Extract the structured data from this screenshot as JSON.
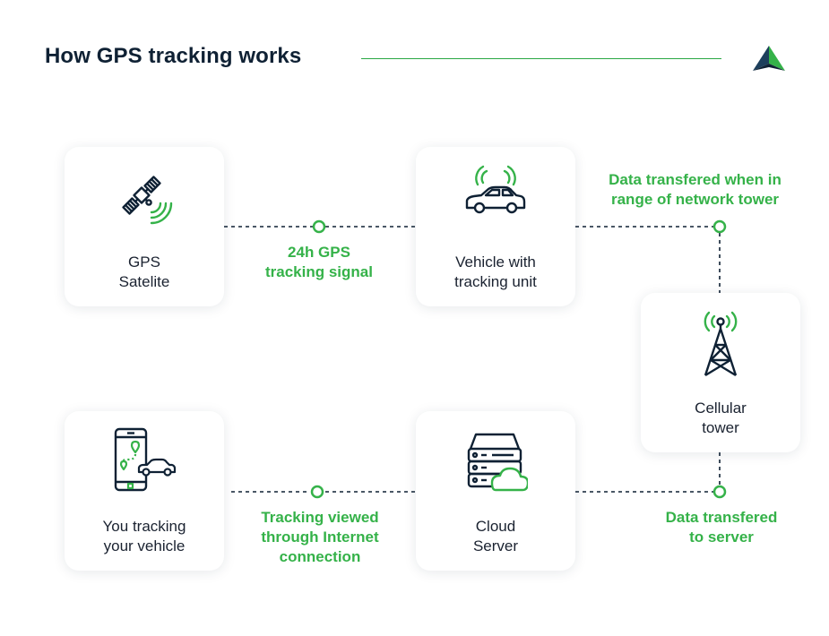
{
  "header": {
    "title": "How GPS tracking works"
  },
  "colors": {
    "accent_green": "#35b249",
    "dark_navy": "#0f2134",
    "card_background": "#ffffff"
  },
  "nodes": [
    {
      "id": "gps-satelite",
      "icon": "satellite-icon",
      "lines": [
        "GPS",
        "Satelite"
      ]
    },
    {
      "id": "vehicle",
      "icon": "car-signal-icon",
      "lines": [
        "Vehicle with",
        "tracking unit"
      ]
    },
    {
      "id": "cellular-tower",
      "icon": "cell-tower-icon",
      "lines": [
        "Cellular",
        "tower"
      ]
    },
    {
      "id": "cloud-server",
      "icon": "cloud-server-icon",
      "lines": [
        "Cloud",
        "Server"
      ]
    },
    {
      "id": "you-tracking",
      "icon": "phone-map-icon",
      "lines": [
        "You tracking",
        "your vehicle"
      ]
    }
  ],
  "connections": [
    {
      "from": "gps-satelite",
      "to": "vehicle",
      "lines": [
        "24h GPS",
        "tracking signal"
      ]
    },
    {
      "from": "vehicle",
      "to": "cellular-tower",
      "lines": [
        "Data transfered when in",
        "range of network tower"
      ]
    },
    {
      "from": "cellular-tower",
      "to": "cloud-server",
      "lines": [
        "Data transfered",
        "to server"
      ]
    },
    {
      "from": "cloud-server",
      "to": "you-tracking",
      "lines": [
        "Tracking viewed",
        "through Internet",
        "connection"
      ]
    }
  ]
}
